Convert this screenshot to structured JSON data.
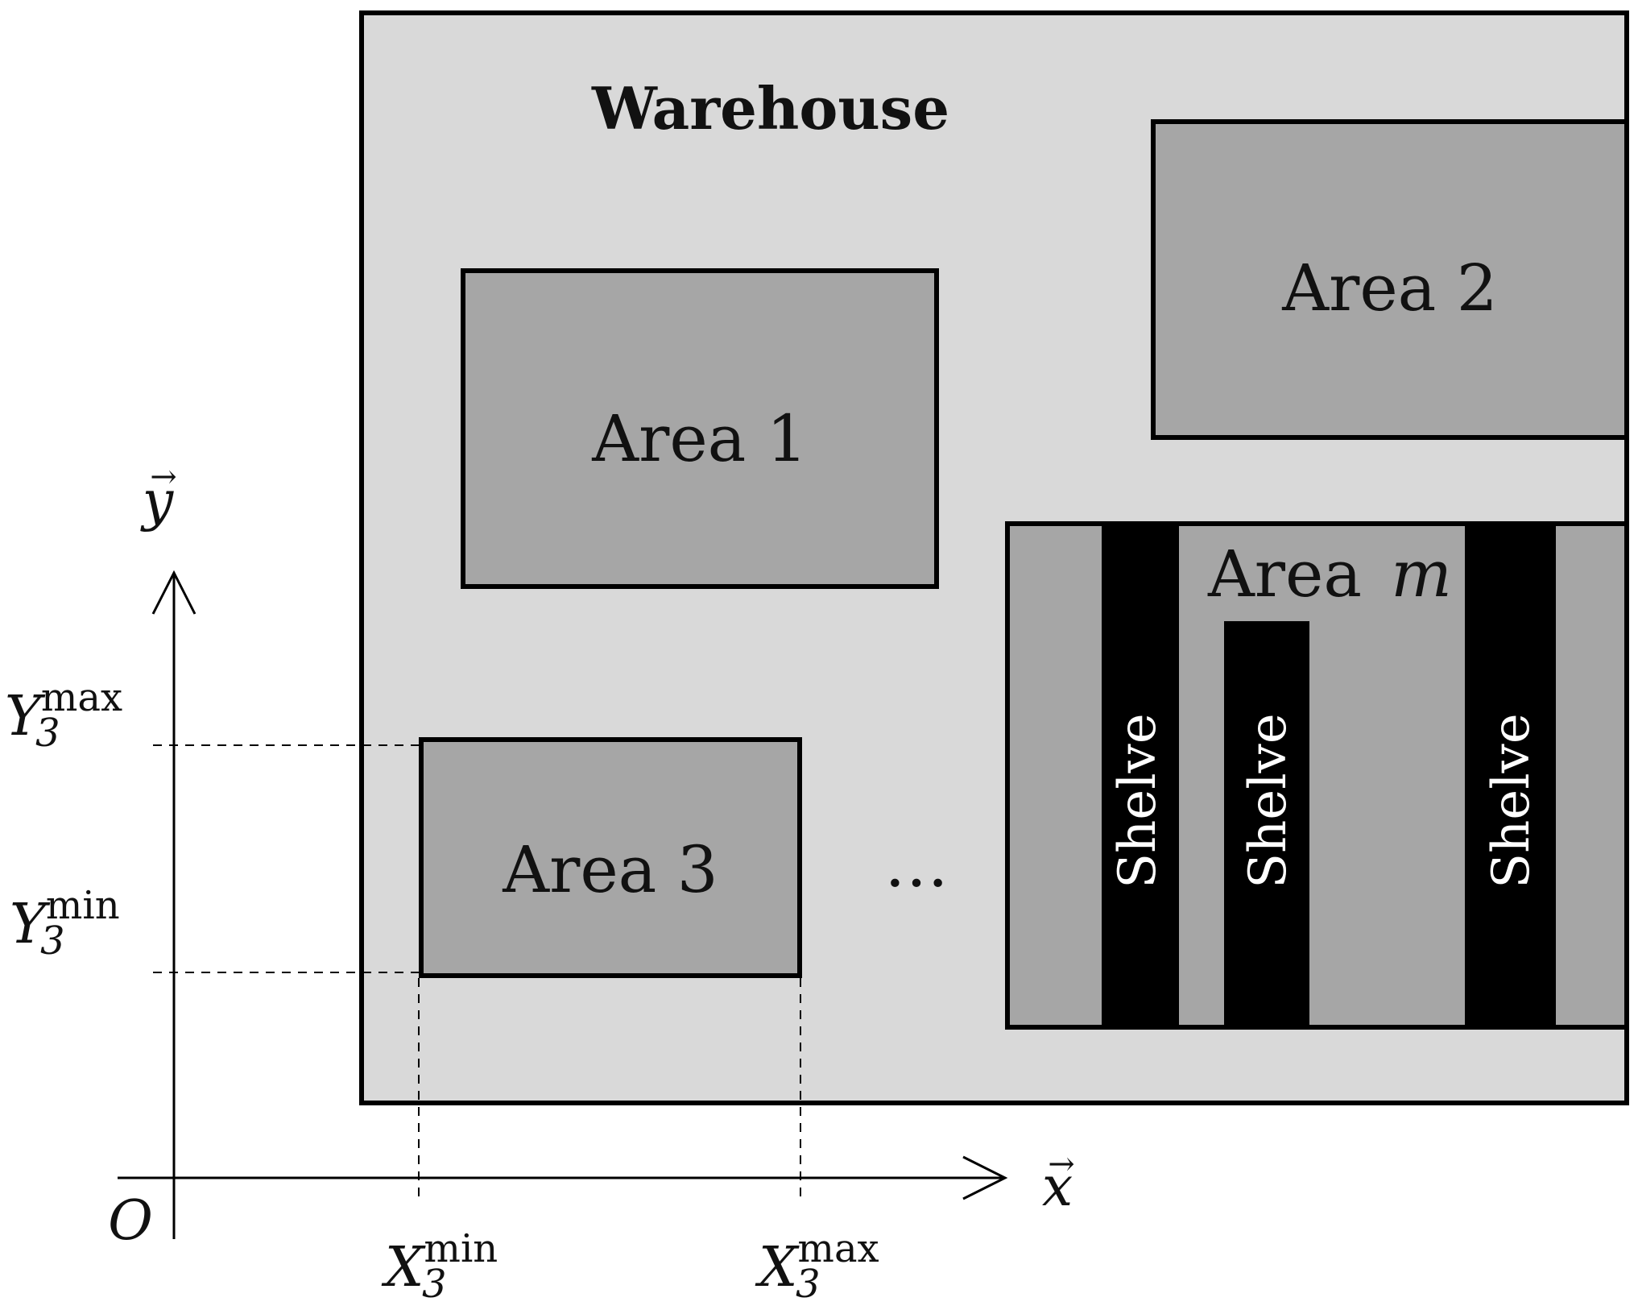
{
  "diagram": {
    "warehouse": {
      "label": "Warehouse"
    },
    "areas": {
      "area1": "Area 1",
      "area2": "Area 2",
      "area3": "Area 3",
      "area_m_prefix": "Area",
      "area_m_index": "m"
    },
    "ellipsis": "…",
    "shelves": [
      "Shelve",
      "Shelve",
      "Shelve"
    ],
    "axes": {
      "origin": "O",
      "x_axis": "x",
      "y_axis": "y",
      "x_arrow": "→",
      "y_arrow": "→"
    },
    "bounds": {
      "xmin_base": "X",
      "xmin_sub": "3",
      "xmin_sup": "min",
      "xmax_base": "X",
      "xmax_sub": "3",
      "xmax_sup": "max",
      "ymin_base": "Y",
      "ymin_sub": "3",
      "ymin_sup": "min",
      "ymax_base": "Y",
      "ymax_sub": "3",
      "ymax_sup": "max"
    },
    "colors": {
      "warehouse_fill": "#d9d9d9",
      "area_fill": "#a6a6a6",
      "shelf_fill": "#000000",
      "stroke": "#000000",
      "shelf_text": "#ffffff"
    }
  }
}
